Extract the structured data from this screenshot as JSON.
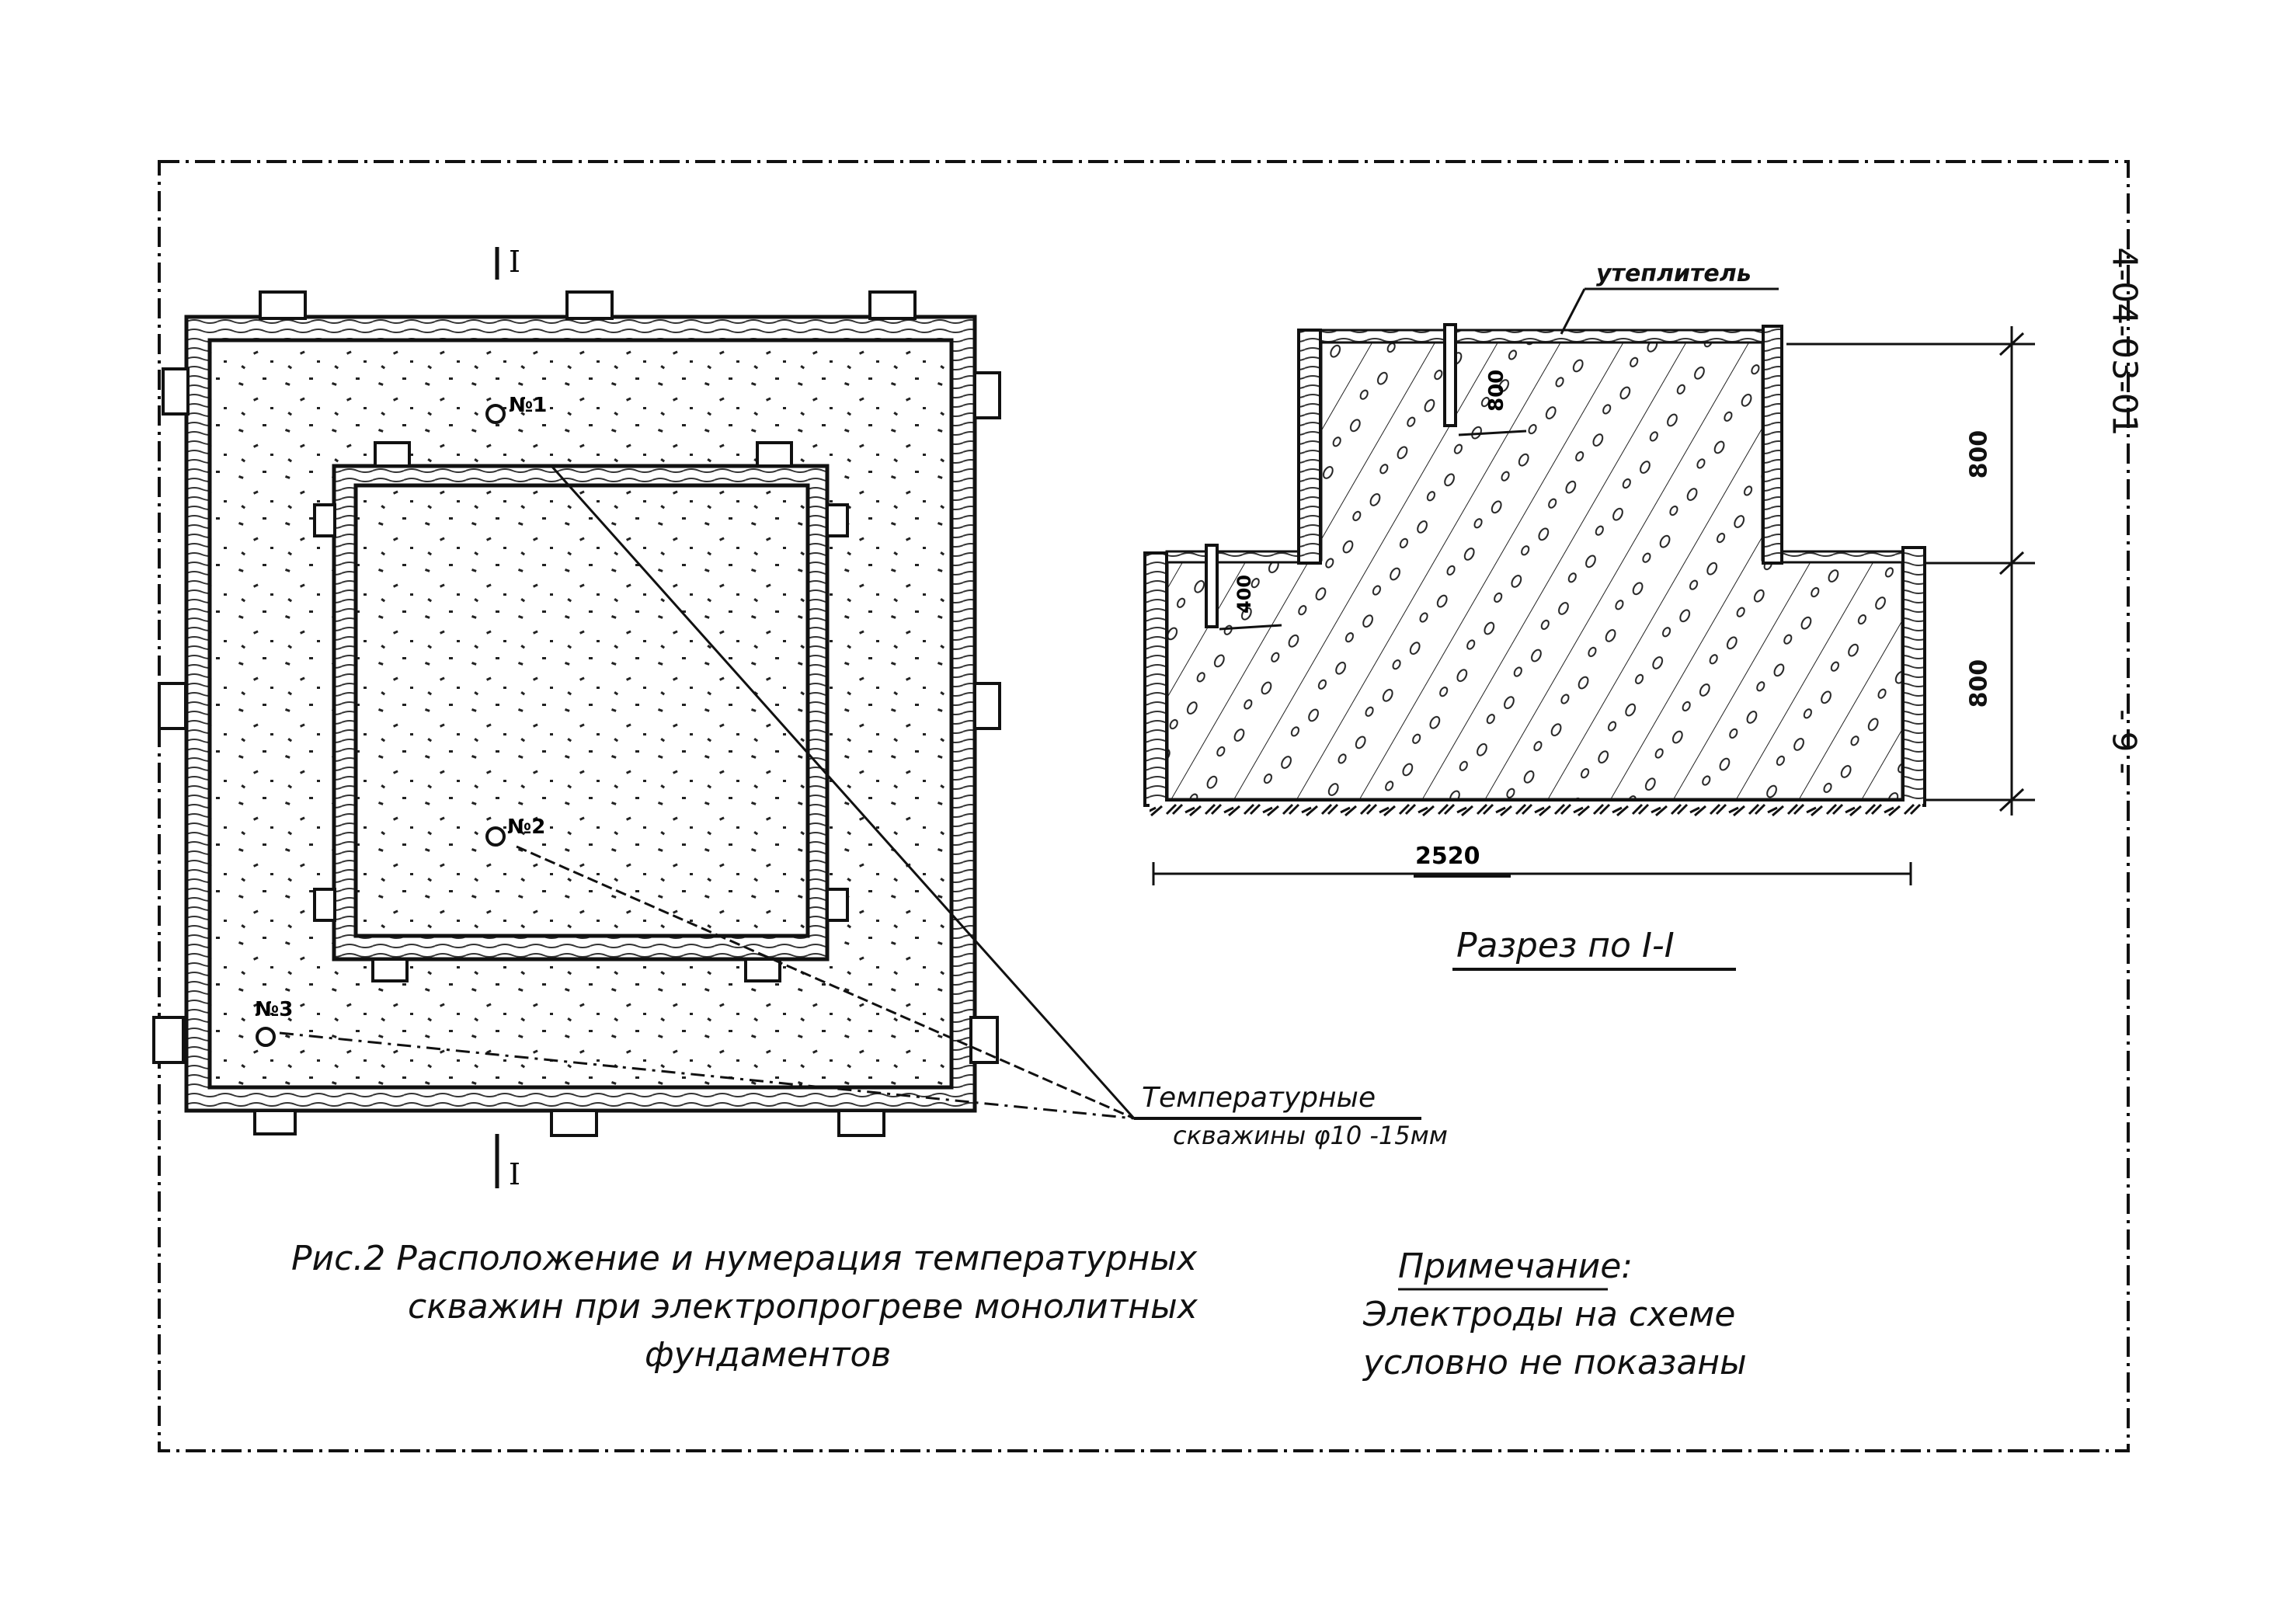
{
  "sheet": {
    "code": "4-04-03-01",
    "page": "- 9 -"
  },
  "plan": {
    "section_mark_top": "I",
    "section_mark_bottom": "I",
    "wells": [
      {
        "label": "№1"
      },
      {
        "label": "№2"
      },
      {
        "label": "№3"
      }
    ]
  },
  "section": {
    "insulation_label": "утеплитель",
    "dims": {
      "upper_height": "800",
      "lower_height": "800",
      "width": "2520",
      "well_depth_upper": "800",
      "well_depth_lower": "400"
    },
    "title": "Разрез по I-I"
  },
  "callout": {
    "line1": "Температурные",
    "line2": "скважины φ10 -15мм"
  },
  "caption": {
    "line1": "Рис.2  Расположение   и нумерация  температурных",
    "line2": "скважин  при электропрогреве   монолитных",
    "line3": "фундаментов"
  },
  "note": {
    "title": "Примечание:",
    "line1": "Электроды на схеме",
    "line2": "условно не показаны"
  },
  "colors": {
    "ink": "#111111",
    "paper": "#ffffff"
  }
}
